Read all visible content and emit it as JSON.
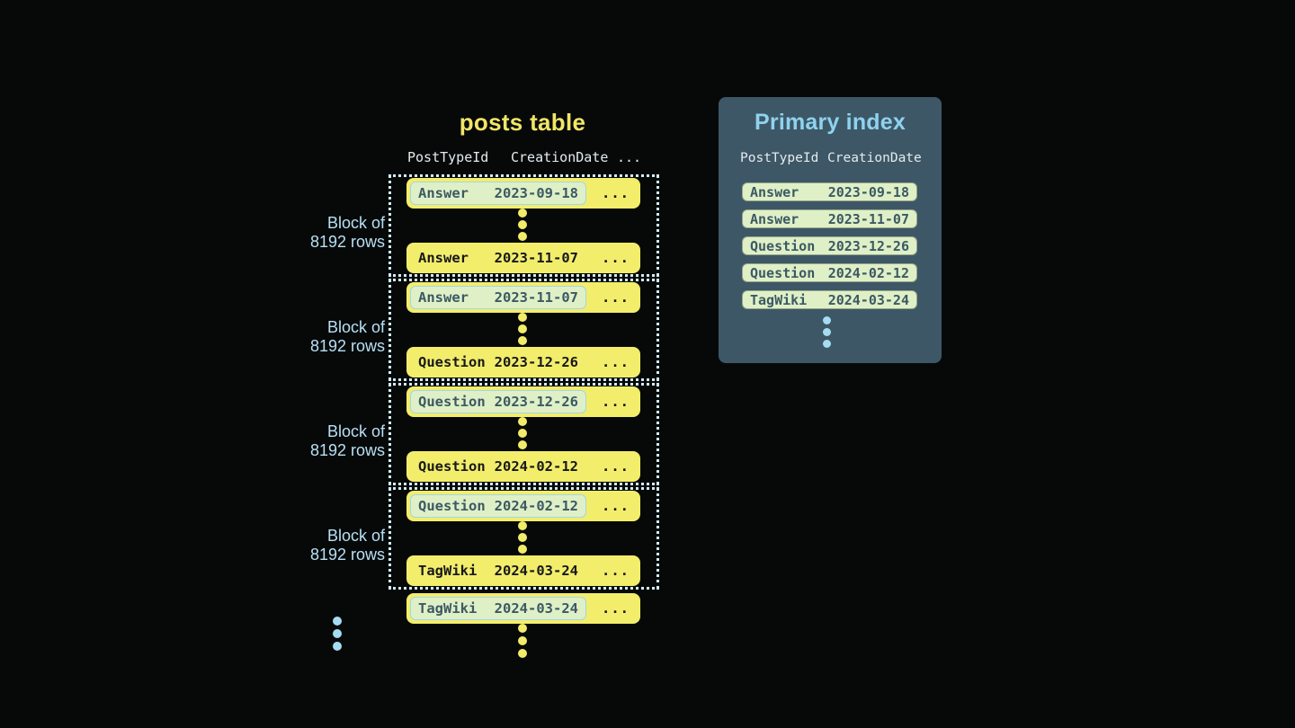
{
  "palette": {
    "background": "#070909",
    "row_yellow": "#f3ed6c",
    "row_text_dark": "#16191a",
    "mint": "#dff0c7",
    "mint_text": "#3c5964",
    "cell_border_blue": "#a2d6e8",
    "panel_bg": "#3e5766",
    "panel_title_blue": "#8ed3ef",
    "header_text": "#e4ebee",
    "dotted_border_blue": "#d2ecf7",
    "label_blue": "#b7e0f3",
    "dot_blue": "#a6dcf2",
    "title_yellow": "#f0e667",
    "dot_yellow": "#f2ec6a"
  },
  "posts_table": {
    "title": "posts table",
    "headers": {
      "col1": "PostTypeId",
      "col2": "CreationDate",
      "col3": "..."
    },
    "block_label": {
      "line1": "Block of",
      "line2": "8192 rows"
    },
    "blocks": [
      {
        "first": {
          "type": "Answer",
          "date": "2023-09-18",
          "more": "..."
        },
        "last": {
          "type": "Answer",
          "date": "2023-11-07",
          "more": "..."
        }
      },
      {
        "first": {
          "type": "Answer",
          "date": "2023-11-07",
          "more": "..."
        },
        "last": {
          "type": "Question",
          "date": "2023-12-26",
          "more": "..."
        }
      },
      {
        "first": {
          "type": "Question",
          "date": "2023-12-26",
          "more": "..."
        },
        "last": {
          "type": "Question",
          "date": "2024-02-12",
          "more": "..."
        }
      },
      {
        "first": {
          "type": "Question",
          "date": "2024-02-12",
          "more": "..."
        },
        "last": {
          "type": "TagWiki",
          "date": "2024-03-24",
          "more": "..."
        }
      }
    ],
    "trailing_row": {
      "type": "TagWiki",
      "date": "2024-03-24",
      "more": "..."
    }
  },
  "primary_index": {
    "title": "Primary index",
    "headers": {
      "col1": "PostTypeId",
      "col2": "CreationDate"
    },
    "rows": [
      {
        "type": "Answer",
        "date": "2023-09-18"
      },
      {
        "type": "Answer",
        "date": "2023-11-07"
      },
      {
        "type": "Question",
        "date": "2023-12-26"
      },
      {
        "type": "Question",
        "date": "2024-02-12"
      },
      {
        "type": "TagWiki",
        "date": "2024-03-24"
      }
    ]
  }
}
